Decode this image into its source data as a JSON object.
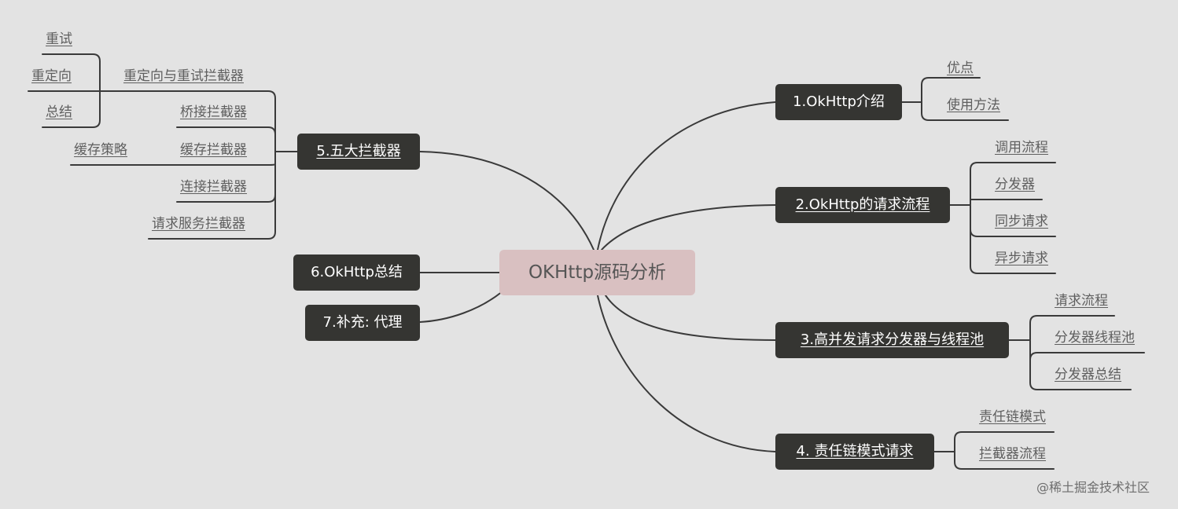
{
  "root": {
    "label": "OKHttp源码分析"
  },
  "branches": {
    "b1": {
      "label": "1.OkHttp介绍",
      "children": [
        "优点",
        "使用方法"
      ]
    },
    "b2": {
      "label": "2.OkHttp的请求流程",
      "children": [
        "调用流程",
        "分发器",
        "同步请求",
        "异步请求"
      ]
    },
    "b3": {
      "label": "3.高并发请求分发器与线程池",
      "children": [
        "请求流程",
        "分发器线程池",
        "分发器总结"
      ]
    },
    "b4": {
      "label": "4. 责任链模式请求",
      "children": [
        "责任链模式",
        "拦截器流程"
      ]
    },
    "b5": {
      "label": "5.五大拦截器",
      "children": [
        "重定向与重试拦截器",
        "桥接拦截器",
        "缓存拦截器",
        "连接拦截器",
        "请求服务拦截器"
      ],
      "retry_children": [
        "重试",
        "重定向",
        "总结"
      ],
      "cache_children": [
        "缓存策略"
      ]
    },
    "b6": {
      "label": "6.OkHttp总结"
    },
    "b7": {
      "label": "7.补充: 代理"
    }
  },
  "watermark": "@稀土掘金技术社区",
  "colors": {
    "background": "#e3e3e3",
    "node": "#353532",
    "root": "#d9c0c1",
    "line": "#3a3a3a"
  }
}
